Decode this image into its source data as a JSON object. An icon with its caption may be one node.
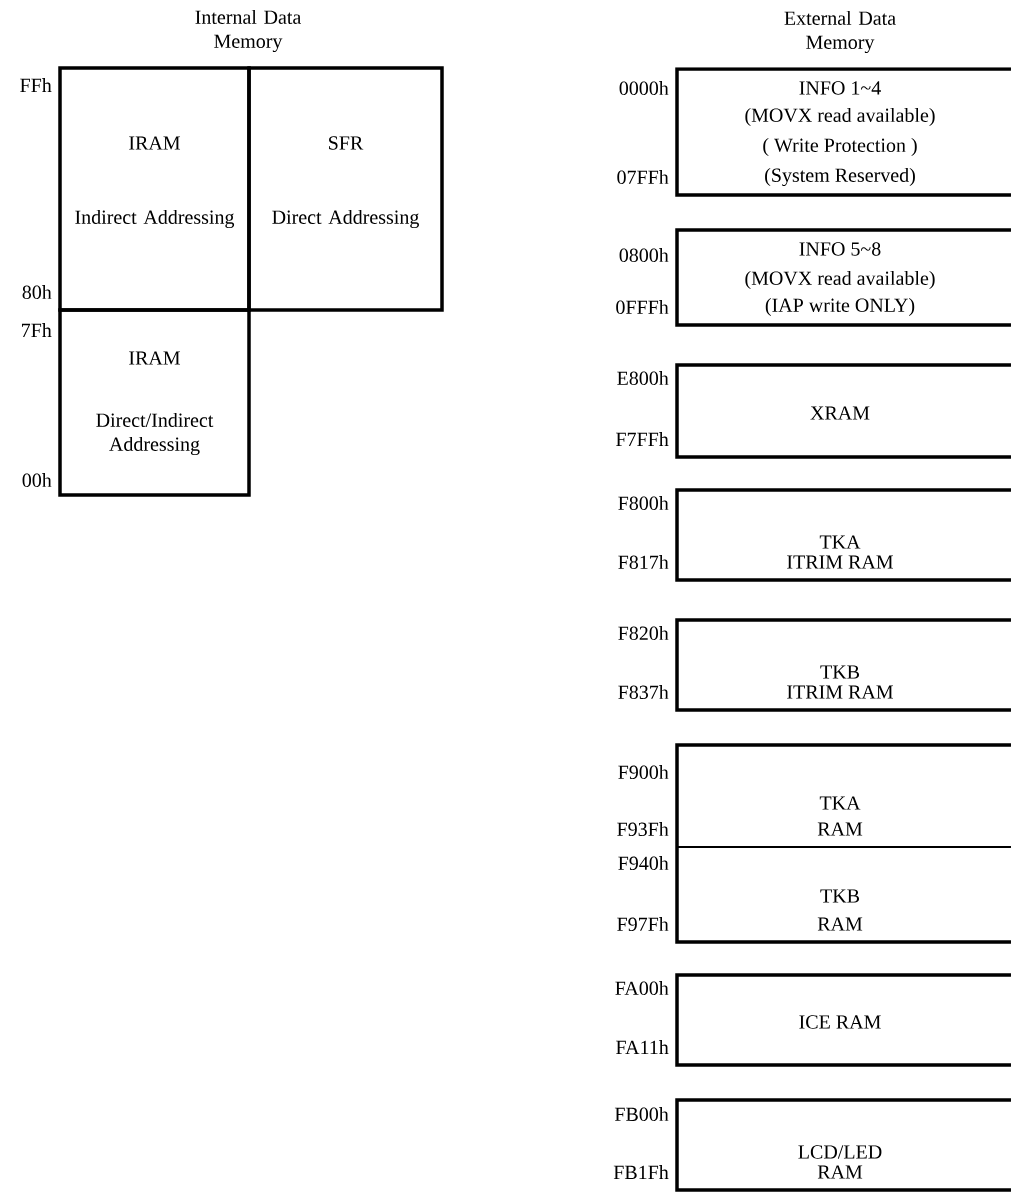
{
  "diagram": {
    "nodes": [
      {
        "text": [
          "IRAM",
          "Indirect Addressing"
        ],
        "beside": [
          "FFh",
          "80h"
        ]
      },
      {
        "text": [
          "SFR",
          "Direct Addressing"
        ]
      },
      {
        "text": [
          "IRAM",
          "Direct/Indirect Addressing"
        ],
        "beside": [
          "7Fh",
          "00h"
        ]
      },
      {
        "text": [
          "INFO 1~4",
          "(MOVX read available)",
          "( Write Protection )",
          "(System Reserved)"
        ],
        "beside": [
          "0000h",
          "07FFh"
        ]
      },
      {
        "text": [
          "INFO 5~8",
          "(MOVX read available)",
          "(IAP write ONLY)"
        ],
        "beside": [
          "0800h",
          "0FFFh"
        ]
      },
      {
        "text": [
          "XRAM"
        ],
        "beside": [
          "E800h",
          "F7FFh"
        ]
      },
      {
        "text": [
          "TKA",
          "ITRIM RAM"
        ],
        "beside": [
          "F800h",
          "F817h"
        ]
      },
      {
        "text": [
          "TKB",
          "ITRIM RAM"
        ],
        "beside": [
          "F820h",
          "F837h"
        ]
      },
      {
        "text": [
          "TKA",
          "RAM"
        ],
        "beside": [
          "F900h",
          "F93Fh"
        ]
      },
      {
        "text": [
          "TKB",
          "RAM"
        ],
        "beside": [
          "F940h",
          "F97Fh"
        ]
      },
      {
        "text": [
          "ICE RAM"
        ],
        "beside": [
          "FA00h",
          "FA11h"
        ]
      },
      {
        "text": [
          "LCD/LED",
          "RAM"
        ],
        "beside": [
          "FB00h",
          "FB1Fh"
        ]
      }
    ],
    "labels": [
      "Internal Data Memory",
      "External Data Memory"
    ]
  }
}
